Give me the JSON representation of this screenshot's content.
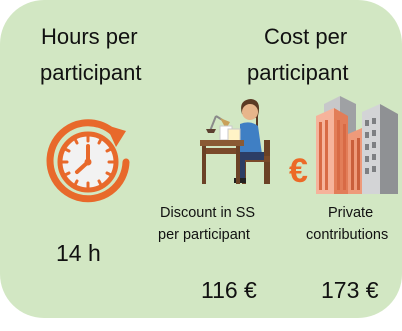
{
  "hours_heading_line1": "Hours per",
  "hours_heading_line2": "participant",
  "cost_heading_line1": "Cost per",
  "cost_heading_line2": "participant",
  "discount_label_line1": "Discount in SS",
  "discount_label_line2": "per participant",
  "private_label_line1": "Private",
  "private_label_line2": "contributions",
  "hours_value": "14 h",
  "discount_value": "116 €",
  "private_value": "173 €",
  "euro_symbol": "€",
  "colors": {
    "panel_background": "#d2e7c3",
    "clock_orange": "#e8692b",
    "euro_orange": "#ec6a27",
    "building_coral": "#ed8f6c",
    "building_gray": "#b8b9bb"
  },
  "icons": [
    "clock-icon",
    "person-at-desk-icon",
    "euro-icon",
    "buildings-icon"
  ]
}
